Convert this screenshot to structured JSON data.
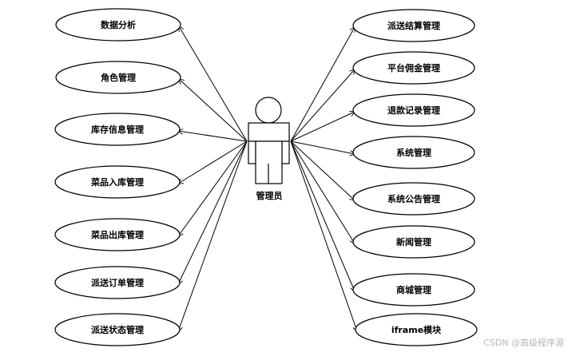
{
  "diagram": {
    "actor": {
      "label": "管理员"
    },
    "left_use_cases": [
      {
        "label": "数据分析"
      },
      {
        "label": "角色管理"
      },
      {
        "label": "库存信息管理"
      },
      {
        "label": "菜品入库管理"
      },
      {
        "label": "菜品出库管理"
      },
      {
        "label": "派送订单管理"
      },
      {
        "label": "派送状态管理"
      }
    ],
    "right_use_cases": [
      {
        "label": "派送结算管理"
      },
      {
        "label": "平台佣金管理"
      },
      {
        "label": "退款记录管理"
      },
      {
        "label": "系统管理"
      },
      {
        "label": "系统公告管理"
      },
      {
        "label": "新闻管理"
      },
      {
        "label": "商城管理"
      },
      {
        "label": "iframe模块"
      }
    ]
  },
  "watermark": "CSDN @高级程序源"
}
